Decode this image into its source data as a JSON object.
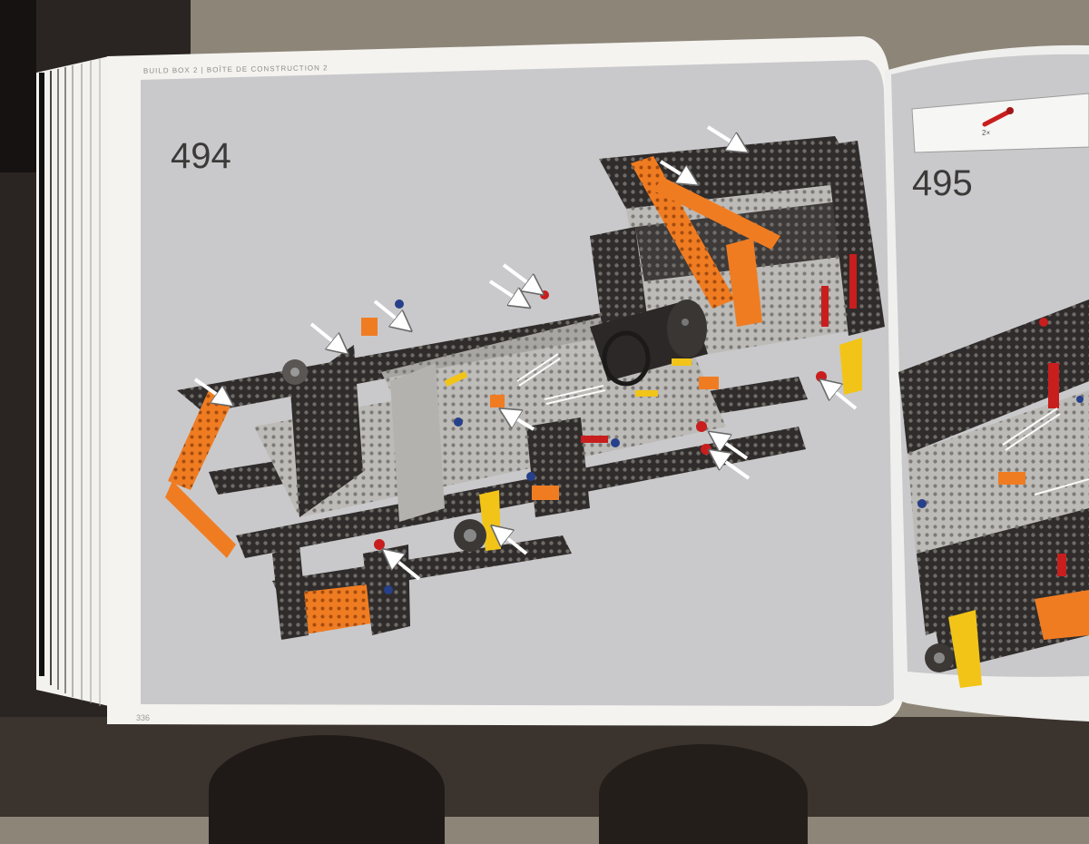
{
  "book": {
    "header": "BUILD BOX 2 | BOÎTE DE CONSTRUCTION 2",
    "page_number": "336"
  },
  "left_page": {
    "step_number": "494"
  },
  "right_page": {
    "step_number": "495",
    "parts_callout": {
      "quantity": "2×",
      "part": "red-axle-pin-icon"
    }
  },
  "colors": {
    "panel_gray": "#c9c9cb",
    "beam_black": "#2f2c2b",
    "beam_gray": "#b8b6b2",
    "accent_orange": "#f07c22",
    "accent_red": "#c81e1e",
    "accent_yellow": "#f2c418",
    "accent_blue": "#27408b",
    "arrow_white": "#ffffff"
  }
}
